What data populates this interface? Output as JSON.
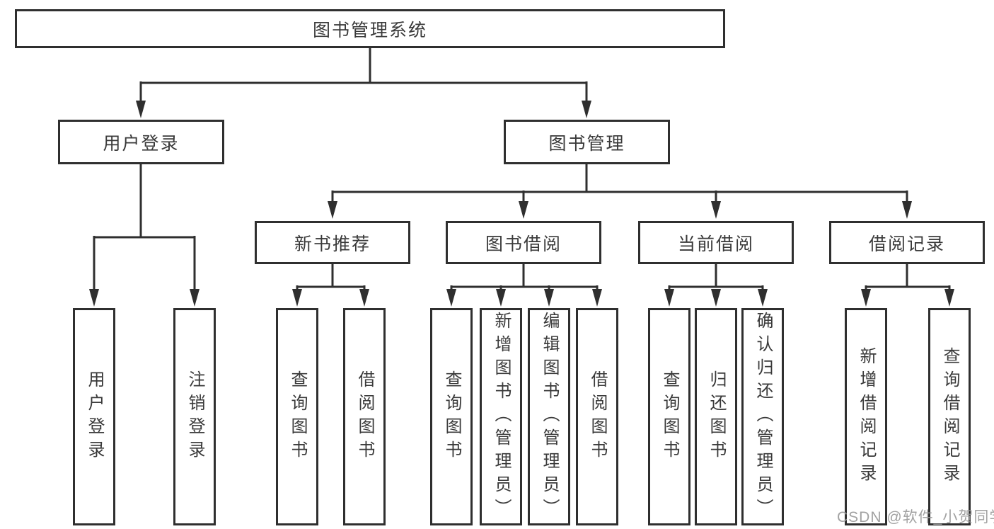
{
  "tree": {
    "root": {
      "label": "图书管理系统",
      "children": [
        {
          "label": "用户登录",
          "children": [
            {
              "label": "用户登录"
            },
            {
              "label": "注销登录"
            }
          ]
        },
        {
          "label": "图书管理",
          "children": [
            {
              "label": "新书推荐",
              "children": [
                {
                  "label": "查询图书"
                },
                {
                  "label": "借阅图书"
                }
              ]
            },
            {
              "label": "图书借阅",
              "children": [
                {
                  "label": "查询图书"
                },
                {
                  "label": "新增图书（管理员）"
                },
                {
                  "label": "编辑图书（管理员）"
                },
                {
                  "label": "借阅图书"
                }
              ]
            },
            {
              "label": "当前借阅",
              "children": [
                {
                  "label": "查询图书"
                },
                {
                  "label": "归还图书"
                },
                {
                  "label": "确认归还（管理员）"
                }
              ]
            },
            {
              "label": "借阅记录",
              "children": [
                {
                  "label": "新增借阅记录"
                },
                {
                  "label": "查询借阅记录"
                }
              ]
            }
          ]
        }
      ]
    }
  },
  "watermark": {
    "text": "CSDN @软件_小贺同学"
  },
  "colors": {
    "line": "#2f2f2f",
    "text": "#3a3a3a",
    "watermark": "#9a9a9a",
    "background": "#ffffff"
  }
}
